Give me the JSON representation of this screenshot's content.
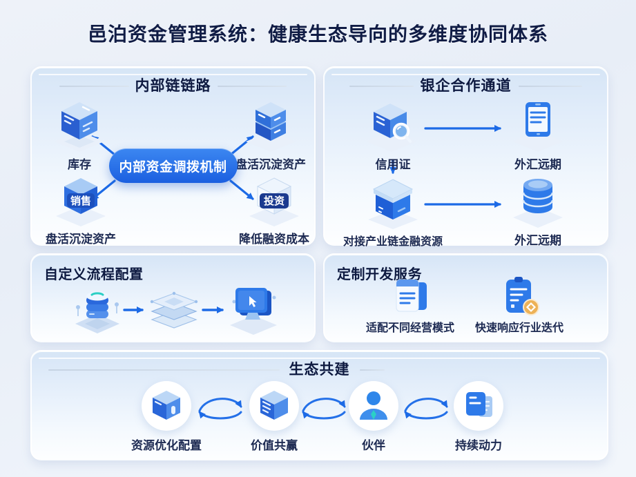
{
  "title": "邑泊资金管理系统：健康生态导向的多维度协同体系",
  "colors": {
    "accent_blue": "#1c6ae6",
    "title_navy": "#101c45",
    "label_navy": "#1d2a52",
    "center_box_blue": "#1f6ce8",
    "badge_gold": "#edb257",
    "teal_accent": "#2bcfc4"
  },
  "panels": {
    "internal_chain": {
      "title": "内部链链路",
      "center_box_label": "内部资金调拨机制",
      "nodes": [
        {
          "label": "库存",
          "icon": "inventory-cube-icon"
        },
        {
          "label": "盘活沉淀资产",
          "icon": "server-stack-icon"
        },
        {
          "label": "盘活沉淀资产",
          "icon": "sales-cube-icon",
          "cube_text": "销售"
        },
        {
          "label": "降低融资成本",
          "icon": "invest-cube-icon",
          "cube_text": "投资"
        }
      ]
    },
    "bank_channel": {
      "title": "银企合作通道",
      "nodes": [
        {
          "label": "信用证",
          "icon": "credit-box-magnifier-icon"
        },
        {
          "label": "外汇远期",
          "icon": "tablet-icon"
        },
        {
          "label": "对接产业链金融资源",
          "icon": "parcel-box-icon"
        },
        {
          "label": "外汇远期",
          "icon": "database-icon"
        }
      ]
    },
    "workflow": {
      "title": "自定义流程配置",
      "steps": [
        {
          "icon": "database-tower-icon"
        },
        {
          "icon": "stacked-layers-icon"
        },
        {
          "icon": "monitor-icon"
        }
      ]
    },
    "custom_dev": {
      "title": "定制开发服务",
      "items": [
        {
          "label": "适配不同经营模式",
          "icon": "document-icon"
        },
        {
          "label": "快速响应行业迭代",
          "icon": "clipboard-badge-icon"
        }
      ]
    },
    "ecosystem": {
      "title": "生态共建",
      "items": [
        {
          "label": "资源优化配置",
          "icon": "resource-cube-icon"
        },
        {
          "label": "价值共赢",
          "icon": "value-cube-icon"
        },
        {
          "label": "伙伴",
          "icon": "partner-person-icon"
        },
        {
          "label": "持续动力",
          "icon": "momentum-docs-icon"
        }
      ]
    }
  }
}
